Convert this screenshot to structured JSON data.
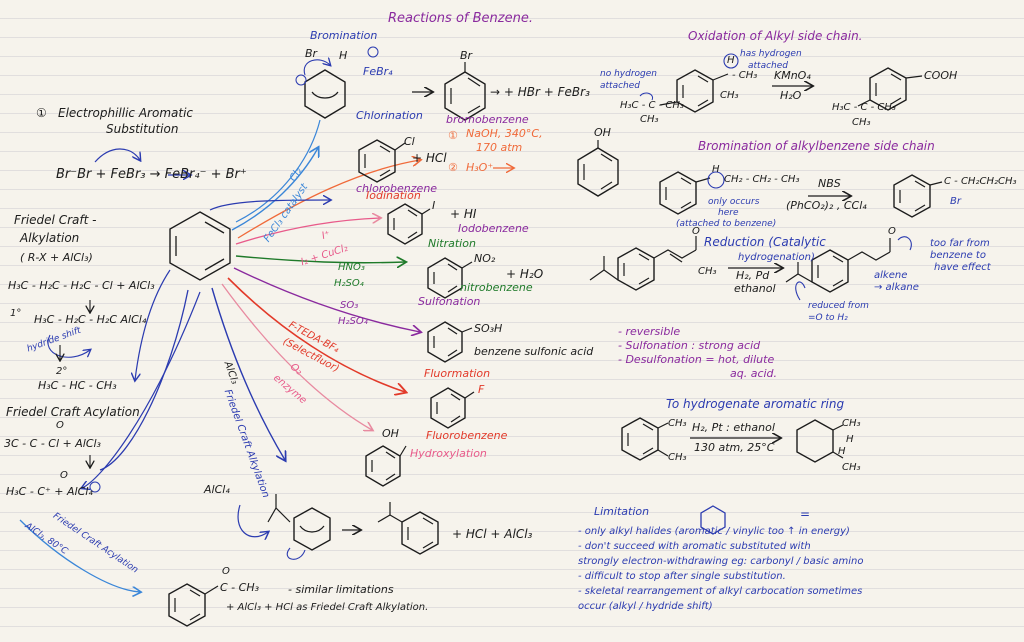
{
  "title": "Reactions of Benzene.",
  "section1": {
    "number": "①",
    "heading": "Electrophillic Aromatic",
    "heading2": "Substitution",
    "eq1": "Br⁻Br + FeBr₃ → FeBr₄⁻ + Br⁺"
  },
  "bromination": {
    "label": "Bromination",
    "reagent": "FeBr₄",
    "product_eq": "→ + HBr + FeBr₃",
    "product": "bromobenzene",
    "br": "Br",
    "h": "H"
  },
  "chlorination": {
    "label": "Chlorination",
    "reagent": "Cl₂",
    "catalyst": "FeCl₃ catalyst",
    "product_eq": "+ HCl",
    "product": "chlorobenzene",
    "cl": "Cl"
  },
  "hydroxylation_a": {
    "step1": "NaOH, 340°C,",
    "step1b": "170 atm",
    "step2": "H₃O⁺",
    "n1": "①",
    "n2": "②",
    "oh": "OH"
  },
  "iodination": {
    "label": "Iodination",
    "reagent": "I⁺",
    "reagent2": "I₂ + CuCl₂",
    "product_eq": "+ HI",
    "product": "Iodobenzene",
    "i": "I"
  },
  "nitration": {
    "label": "Nitration",
    "reagent": "HNO₃",
    "reagent2": "H₂SO₄",
    "product_eq": "+ H₂O",
    "product": "nitrobenzene",
    "no2": "NO₂"
  },
  "sulfonation": {
    "label": "Sulfonation",
    "reagent": "SO₃",
    "reagent2": "H₂SO₄",
    "product": "benzene sulfonic acid",
    "so3h": "SO₃H",
    "notes": [
      "- reversible",
      "- Sulfonation : strong acid",
      "- Desulfonation = hot, dilute",
      "aq. acid."
    ]
  },
  "fluorination": {
    "label": "Fluormation",
    "reagent": "F-TEDA-BF₄",
    "reagent2": "(Selectfluor)",
    "product": "Fluorobenzene",
    "f": "F"
  },
  "hydroxylation_b": {
    "reagent": "O₂",
    "reagent2": "enzyme",
    "label": "Hydroxylation",
    "oh": "OH"
  },
  "alkylation": {
    "heading": "Friedel Craft -",
    "heading2": "Alkylation",
    "cond": "( R-X + AlCl₃)",
    "eq": "H₃C - H₂C - H₂C - Cl + AlCl₃",
    "deg1": "1°",
    "carbocation": "H₃C - H₂C - H₂C  AlCl₄",
    "shift": "hydride shift",
    "deg2": "2°",
    "product": "H₃C - HC - CH₃",
    "arrow_label": "Friedel Craft Alkylation",
    "alcl3": "AlCl₃",
    "alcl4": "AlCl₄",
    "product_eq": "+ HCl + AlCl₃"
  },
  "acylation": {
    "heading": "Friedel Craft Acylation",
    "eq": "3C - C - Cl + AlCl₃",
    "o": "O",
    "acylium": "H₃C - C⁺ + AlCl₄",
    "arrow_label": "Friedel Craft Acylation",
    "arrow_label2": "AlCl₃, 80°C",
    "product": "C - CH₃",
    "note": "- similar limitations",
    "note2": "+ AlCl₃ + HCl  as Friedel Craft Alkylation."
  },
  "limitation": {
    "heading": "Limitation",
    "eq_sign": "=",
    "items": [
      "- only alkyl halides (aromatic / vinylic too ↑ in energy)",
      "- don't succeed with aromatic substituted with",
      "  strongly electron-withdrawing eg: carbonyl / basic amino",
      "- difficult to stop after single substitution.",
      "- skeletal rearrangement of alkyl carbocation sometimes",
      "  occur (alkyl / hydride shift)"
    ]
  },
  "oxidation": {
    "heading": "Oxidation of Alkyl side chain.",
    "no_h": "no hydrogen",
    "no_h2": "attached",
    "has_h": "has hydrogen",
    "has_h2": "attached",
    "reagent": "KMnO₄",
    "reagent2": "H₂O",
    "product": "COOH",
    "sub1": "- CH₃",
    "sub2": "CH₃",
    "tbu": "H₃C - C - CH₃",
    "tbu2": "CH₃",
    "h": "H"
  },
  "side_bromination": {
    "heading": "Bromination of alkylbenzene side chain",
    "chain": "CH₂ - CH₂ - CH₃",
    "h": "H",
    "note": "only occurs",
    "note2": "here",
    "note3": "(attached to benzene)",
    "reagent": "NBS",
    "reagent2": "(PhCO₂)₂ , CCl₄",
    "product": "C - CH₂CH₂CH₃",
    "br": "Br"
  },
  "reduction": {
    "heading": "Reduction (Catalytic",
    "heading2": "hydrogenation)",
    "reagent": "H₂, Pd",
    "reagent2": "ethanol",
    "ch3": "CH₃",
    "o": "O",
    "note": "too far from",
    "note2": "benzene to",
    "note3": "have effect",
    "note4": "alkene",
    "note5": "→ alkane",
    "note6": "reduced from",
    "note7": "=O to H₂"
  },
  "hydrogenate": {
    "heading": "To hydrogenate aromatic ring",
    "reagent": "H₂, Pt : ethanol",
    "reagent2": "130 atm, 25°C",
    "ch3": "CH₃",
    "h": "H"
  }
}
